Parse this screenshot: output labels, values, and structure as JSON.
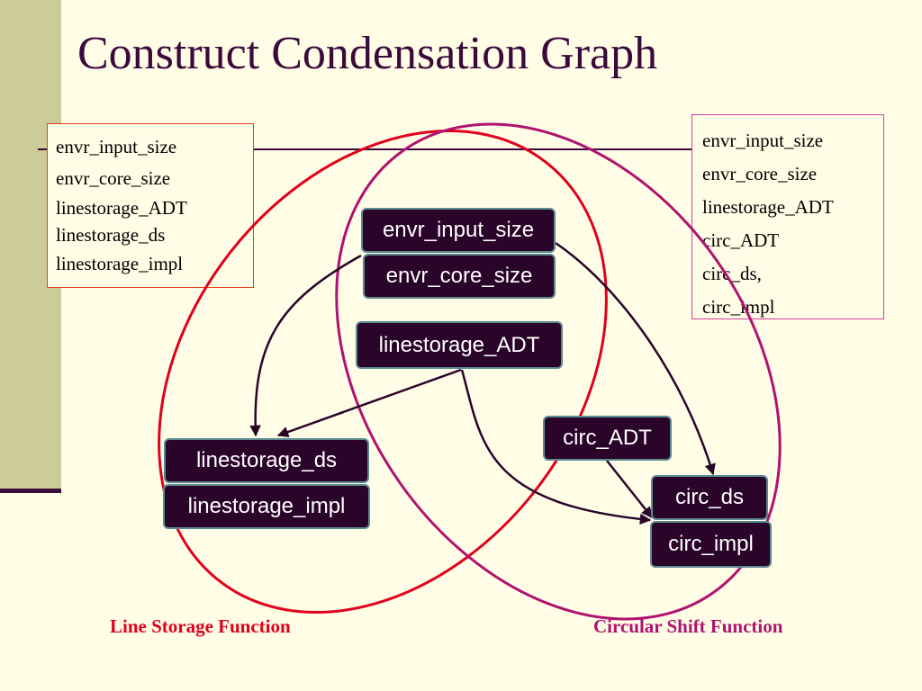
{
  "slide": {
    "title": "Construct Condensation Graph"
  },
  "left_box": {
    "lines": [
      "envr_input_size",
      "envr_core_size",
      "linestorage_ADT",
      "linestorage_ds",
      "linestorage_impl"
    ]
  },
  "right_box": {
    "lines": [
      "envr_input_size",
      "envr_core_size",
      "linestorage_ADT",
      "circ_ADT",
      "circ_ds,",
      "circ_impl"
    ]
  },
  "nodes": {
    "envr_input_size": "envr_input_size",
    "envr_core_size": "envr_core_size",
    "linestorage_ADT": "linestorage_ADT",
    "linestorage_ds": "linestorage_ds",
    "linestorage_impl": "linestorage_impl",
    "circ_ADT": "circ_ADT",
    "circ_ds": "circ_ds",
    "circ_impl": "circ_impl"
  },
  "edges": [
    {
      "from": "envr_input_size",
      "to": "linestorage_ds"
    },
    {
      "from": "envr_input_size",
      "to": "circ_ds"
    },
    {
      "from": "linestorage_ADT",
      "to": "linestorage_ds"
    },
    {
      "from": "linestorage_ADT",
      "to": "circ_impl"
    },
    {
      "from": "circ_ADT",
      "to": "circ_impl"
    }
  ],
  "groups": {
    "line_storage": {
      "label": "Line Storage Function",
      "color": "#E0001B"
    },
    "circular_shift": {
      "label": "Circular Shift Function",
      "color": "#B0126F"
    }
  },
  "colors": {
    "background": "#FFFDE6",
    "title": "#3B0A3B",
    "node_fill": "#2A0429",
    "node_border": "#5C8A91",
    "edge": "#2A0429"
  }
}
